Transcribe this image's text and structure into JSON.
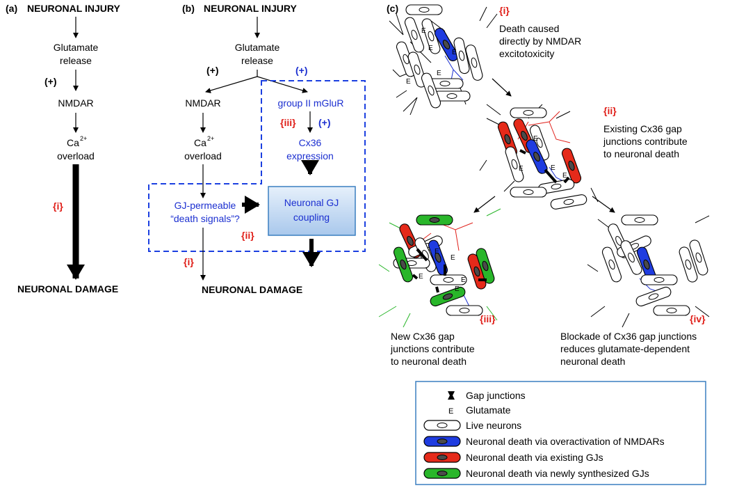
{
  "panel_a": {
    "label": "(a)",
    "title": "NEURONAL INJURY",
    "glutamate_1": "Glutamate",
    "glutamate_2": "release",
    "plus": "(+)",
    "nmdar": "NMDAR",
    "ca_base": "Ca",
    "ca_sup": "2+",
    "overload": "overload",
    "tag_i": "{i}",
    "damage": "NEURONAL DAMAGE"
  },
  "panel_b": {
    "label": "(b)",
    "title": "NEURONAL INJURY",
    "glutamate_1": "Glutamate",
    "glutamate_2": "release",
    "plus_black": "(+)",
    "plus_blue_top": "(+)",
    "plus_blue_mid": "(+)",
    "nmdar": "NMDAR",
    "ca_base": "Ca",
    "ca_sup": "2+",
    "overload": "overload",
    "mglur": "group II mGluR",
    "tag_iii": "{iii}",
    "cx36_1": "Cx36",
    "cx36_2": "expression",
    "gj_signal_1": "GJ-permeable",
    "gj_signal_2": "“death signals”?",
    "coupling_1": "Neuronal GJ",
    "coupling_2": "coupling",
    "tag_ii": "{ii}",
    "tag_i": "{i}",
    "damage": "NEURONAL DAMAGE"
  },
  "panel_c": {
    "label": "(c)",
    "tag_i": "{i}",
    "text_i": [
      "Death caused",
      "directly by NMDAR",
      "excitotoxicity"
    ],
    "tag_ii": "{ii}",
    "text_ii": [
      "Existing Cx36 gap",
      "junctions contribute",
      "to neuronal death"
    ],
    "tag_iii": "{iii}",
    "text_iii": [
      "New Cx36 gap",
      "junctions contribute",
      "to neuronal death"
    ],
    "tag_iv": "{iv}",
    "text_iv": [
      "Blockade of Cx36 gap junctions",
      "reduces glutamate-dependent",
      "neuronal death"
    ],
    "e_label": "E"
  },
  "legend": {
    "items": [
      {
        "label": "Gap junctions",
        "icon": "gap-junction-icon"
      },
      {
        "label": "Glutamate",
        "icon": "glutamate-e-icon",
        "symbol": "E"
      },
      {
        "label": "Live neurons",
        "icon": "live-neuron-icon",
        "color": "#ffffff"
      },
      {
        "label": "Neuronal death via overactivation of NMDARs",
        "icon": "blue-neuron-icon",
        "color": "#1f3ce0"
      },
      {
        "label": "Neuronal death via existing GJs",
        "icon": "red-neuron-icon",
        "color": "#e52a1a"
      },
      {
        "label": "Neuronal death via newly synthesized GJs",
        "icon": "green-neuron-icon",
        "color": "#29b62a"
      }
    ]
  },
  "colors": {
    "tag_red": "#e0201a",
    "pathway_blue": "#1b2fd0",
    "box_border": "#3a7fc0",
    "box_fill": "#cfe0f4",
    "legend_border": "#3a7fc0"
  }
}
